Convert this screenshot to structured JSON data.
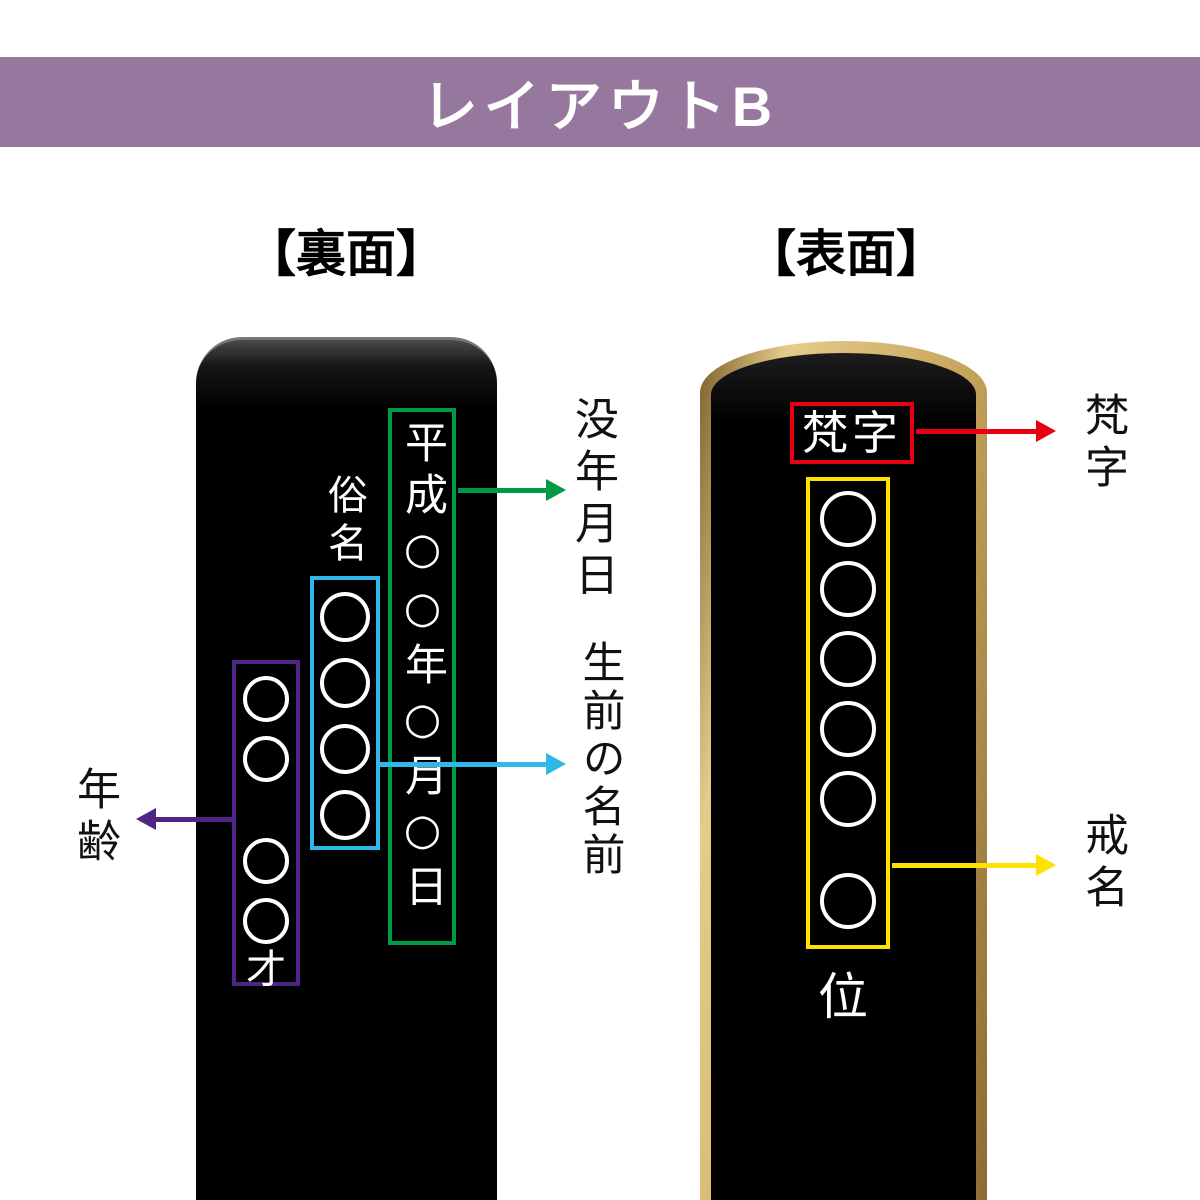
{
  "header": {
    "title": "レイアウトB"
  },
  "back": {
    "section_title": "【裏面】",
    "date_text": "平成○○年○月○日",
    "zokumei_label": "俗名",
    "age_suffix": "才",
    "labels": {
      "death_date": "没年月日",
      "living_name": "生前の名前",
      "age": "年齢"
    }
  },
  "front": {
    "section_title": "【表面】",
    "bonji_text": "梵字",
    "rank_char": "位",
    "labels": {
      "bonji": "梵字",
      "kaimyo": "戒名"
    }
  },
  "colors": {
    "banner": "#96789F",
    "death_date_box": "#009945",
    "living_name_box": "#2FB8E9",
    "age_box": "#4E2583",
    "bonji_box": "#E60012",
    "kaimyo_box": "#FFE100",
    "tablet_gold": "#C7A55E",
    "tablet_black": "#000000",
    "placeholder_circle": "#FFFFFF"
  }
}
